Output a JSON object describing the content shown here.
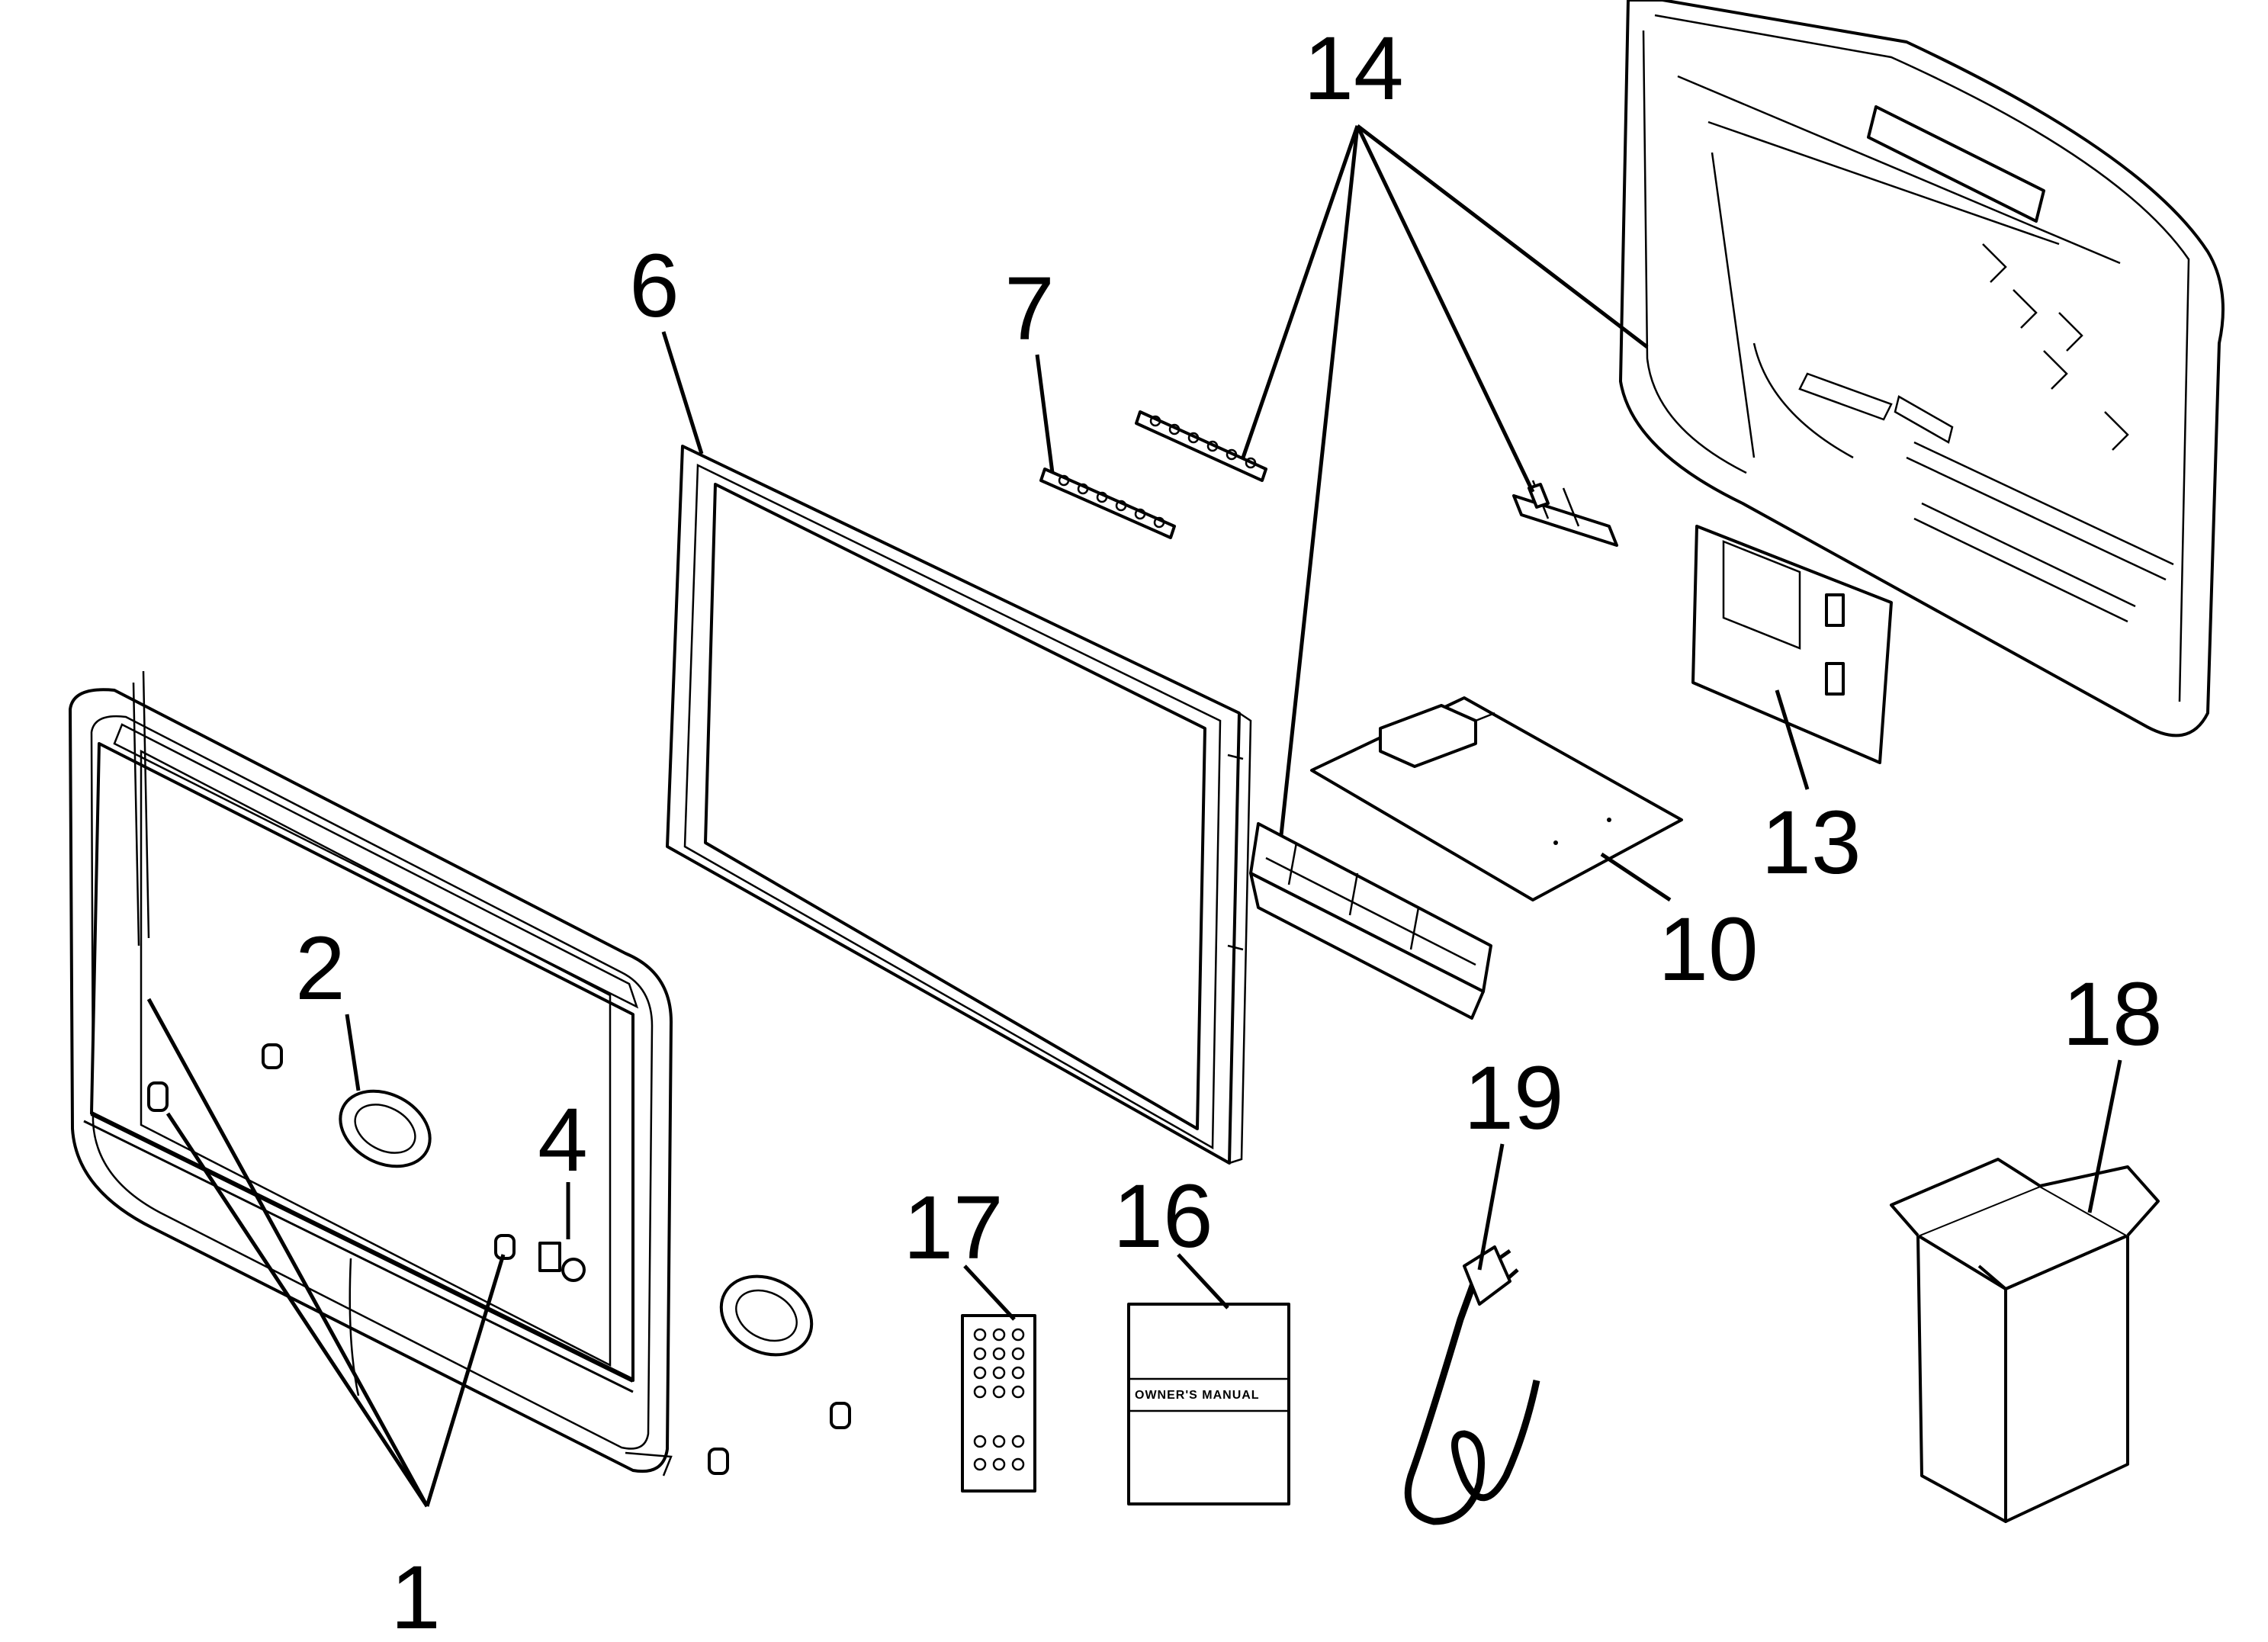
{
  "diagram": {
    "labels": {
      "1": "1",
      "2": "2",
      "4": "4",
      "6": "6",
      "7": "7",
      "10": "10",
      "13": "13",
      "14": "14",
      "16": "16",
      "17": "17",
      "18": "18",
      "19": "19"
    },
    "manual_cover_text": "OWNER'S MANUAL"
  },
  "colors": {
    "line": "#000000",
    "background": "#ffffff"
  }
}
